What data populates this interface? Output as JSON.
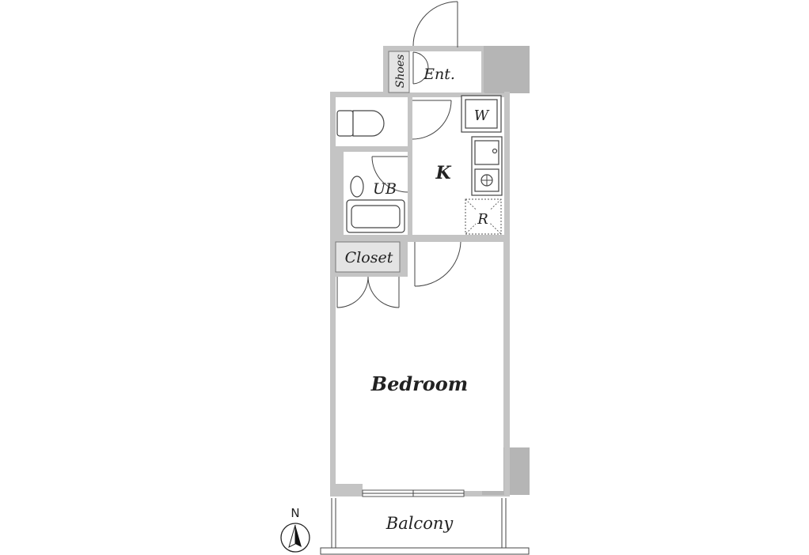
{
  "floor_plan": {
    "labels": {
      "shoes": "Shoes",
      "entrance": "Ent.",
      "washer": "W",
      "kitchen": "K",
      "unit_bath": "UB",
      "refrigerator": "R",
      "closet": "Closet",
      "bedroom": "Bedroom",
      "balcony": "Balcony"
    },
    "compass": {
      "label": "N"
    },
    "colors": {
      "wall": "#c4c4c4",
      "column": "#b5b5b5",
      "line": "#444444",
      "shade": "#e4e4e4"
    }
  }
}
